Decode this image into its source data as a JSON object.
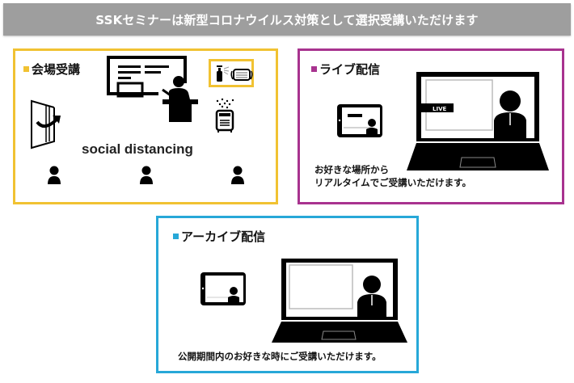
{
  "banner": {
    "title": "SSKセミナーは新型コロナウイルス対策として選択受講いただけます",
    "background": "#9e9e9e"
  },
  "panels": {
    "venue": {
      "title": "会場受講",
      "accent": "#f1c232",
      "label": "social distancing",
      "icons": [
        "lecturer-whiteboard-icon",
        "hand-sanitizer-icon",
        "face-mask-icon",
        "air-purifier-icon",
        "door-ventilation-icon",
        "person-icon",
        "person-icon",
        "person-icon"
      ]
    },
    "live": {
      "title": "ライブ配信",
      "accent": "#a8338f",
      "caption_line1": "お好きな場所から",
      "caption_line2": "リアルタイムでご受講いただけます。",
      "live_badge": "LIVE",
      "icons": [
        "tablet-icon",
        "laptop-icon"
      ]
    },
    "archive": {
      "title": "アーカイブ配信",
      "accent": "#27a8d8",
      "caption": "公開期間内のお好きな時にご受講いただけます。",
      "icons": [
        "tablet-icon",
        "laptop-icon"
      ]
    }
  }
}
